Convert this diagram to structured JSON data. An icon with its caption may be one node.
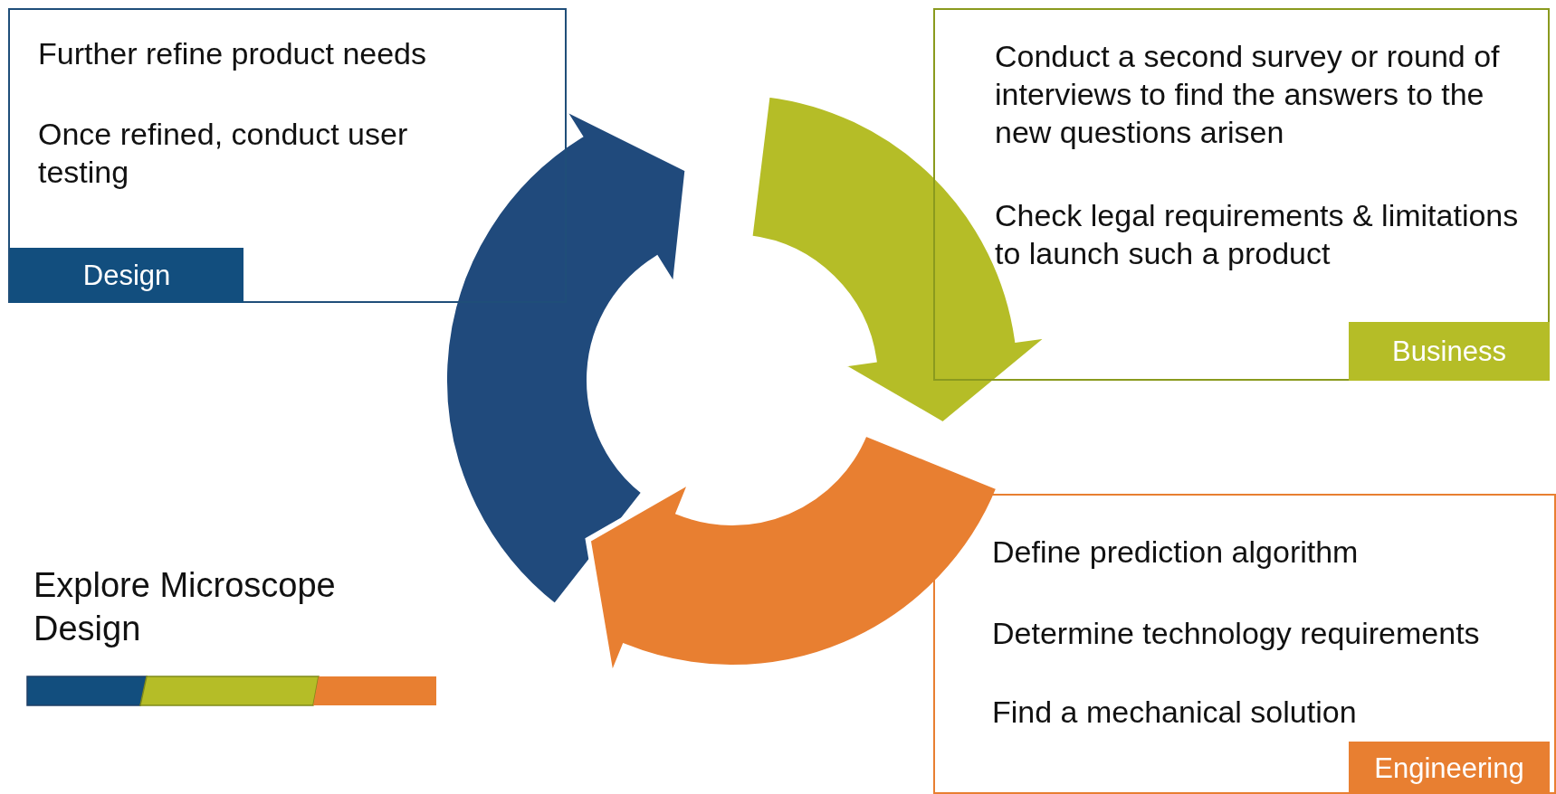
{
  "diagram": {
    "title": "Explore Microscope Design",
    "nodes": [
      {
        "text": [
          "Further refine product needs",
          "Once refined, conduct user testing"
        ]
      },
      {
        "text": [
          "Design"
        ],
        "in": 0
      },
      {
        "text": [
          "Conduct a second survey or round of interviews to find the answers to the new questions arisen",
          "Check legal requirements & limitations to launch such a product"
        ]
      },
      {
        "text": [
          "Business"
        ],
        "in": 2
      },
      {
        "text": [
          "Define prediction algorithm",
          "Determine technology requirements",
          "Find a mechanical solution"
        ]
      },
      {
        "text": [
          "Engineering"
        ],
        "in": 4
      }
    ]
  }
}
